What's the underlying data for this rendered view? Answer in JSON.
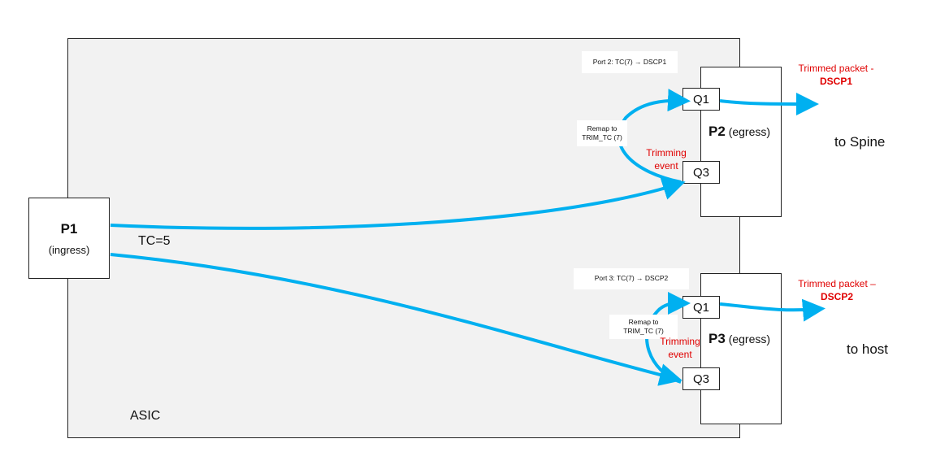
{
  "colors": {
    "flow": "#00b0f0",
    "highlight": "#e00000",
    "asic_fill": "#f2f2f2"
  },
  "asic": {
    "label": "ASIC"
  },
  "p1": {
    "name": "P1",
    "role": "(ingress)"
  },
  "flow_label": "TC=5",
  "p2": {
    "name": "P2",
    "role": "(egress)",
    "q_top": "Q1",
    "q_bottom": "Q3",
    "map_note": "Port 2: TC(7) → DSCP1",
    "remap_line1": "Remap to",
    "remap_line2": "TRIM_TC (7)",
    "event_line1": "Trimming",
    "event_line2": "event",
    "out_line1": "Trimmed packet -",
    "out_line2": "DSCP1",
    "destination": "to Spine"
  },
  "p3": {
    "name": "P3",
    "role": "(egress)",
    "q_top": "Q1",
    "q_bottom": "Q3",
    "map_note": "Port 3: TC(7) → DSCP2",
    "remap_line1": "Remap to",
    "remap_line2": "TRIM_TC (7)",
    "event_line1": "Trimming",
    "event_line2": "event",
    "out_line1": "Trimmed packet –",
    "out_line2": "DSCP2",
    "destination": "to host"
  }
}
